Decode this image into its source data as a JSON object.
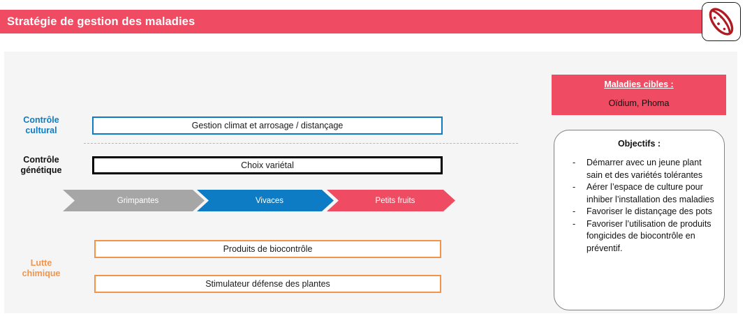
{
  "slide": {
    "title": "Stratégie de gestion des maladies",
    "logo_icon": "leaf-pod-logo-icon"
  },
  "colors": {
    "banner_pink": "#ef4b62",
    "blue": "#0d7cc4",
    "orange": "#f2954a",
    "gray": "#a6a6a6",
    "black": "#000000",
    "panel_bg": "#f5f5f5"
  },
  "rows": [
    {
      "label": "Contrôle\ncultural",
      "label_line1": "Contrôle",
      "label_line2": "cultural",
      "color": "#0d7cc4"
    },
    {
      "label_line1": "Contrôle",
      "label_line2": "génétique",
      "color": "#111111"
    },
    {
      "label_line1": "Lutte",
      "label_line2": "chimique",
      "color": "#f2954a"
    }
  ],
  "practice_boxes": [
    {
      "text": "Gestion climat et arrosage / distançage",
      "border_color": "#0d7cc4"
    },
    {
      "text": "Choix variétal",
      "border_color": "#000000"
    },
    {
      "text": "Produits de biocontrôle",
      "border_color": "#f2954a"
    },
    {
      "text": "Stimulateur défense des plantes",
      "border_color": "#f2954a"
    }
  ],
  "chevrons": [
    {
      "label": "Grimpantes",
      "color": "#a6a6a6"
    },
    {
      "label": "Vivaces",
      "color": "#0d7cc4"
    },
    {
      "label": "Petits fruits",
      "color": "#ef4b62"
    }
  ],
  "maladies": {
    "title": "Maladies cibles :",
    "value": "Oïdium, Phoma"
  },
  "objectifs": {
    "title": "Objectifs :",
    "bullet_marker": "-",
    "items": [
      "Démarrer avec un jeune plant sain et des variétés tolérantes",
      "Aérer l’espace de culture pour inhiber l’installation des maladies",
      "Favoriser le distançage des pots",
      "Favoriser l’utilisation de produits fongicides de biocontrôle en préventif."
    ]
  }
}
